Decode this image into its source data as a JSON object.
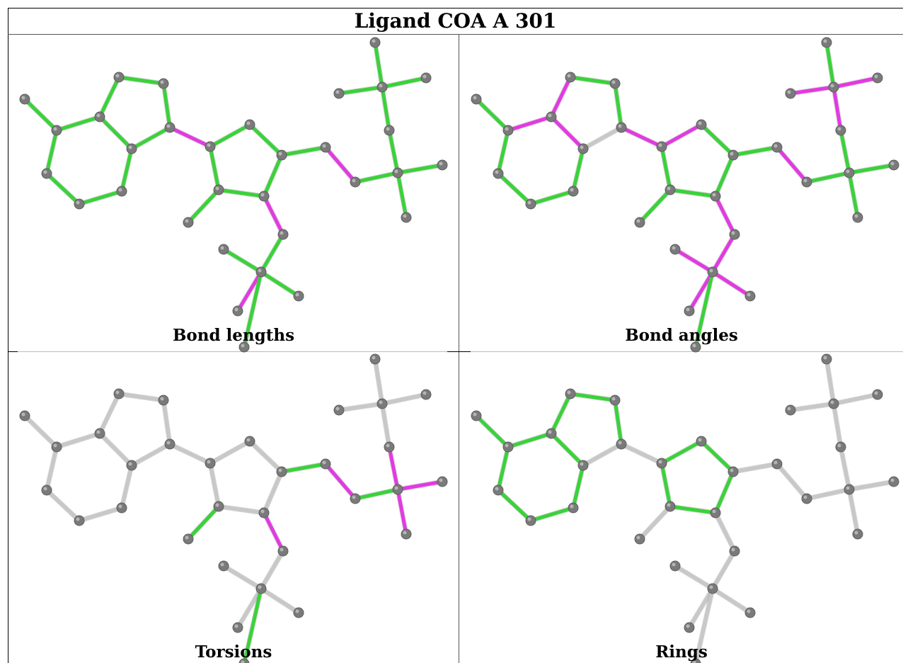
{
  "title": "Ligand COA A 301",
  "panels": [
    {
      "id": "bond-lengths",
      "caption": "Bond lengths"
    },
    {
      "id": "bond-angles",
      "caption": "Bond angles"
    },
    {
      "id": "torsions",
      "caption": "Torsions"
    },
    {
      "id": "rings",
      "caption": "Rings"
    }
  ],
  "colors": {
    "green": "#3ad23a",
    "magenta": "#e23ae2",
    "grey_bond": "#c8c8c8",
    "atom": "#7a7a7a"
  },
  "bond_coloring": {
    "bond-lengths": {
      "g": [
        0,
        1,
        2,
        3,
        4,
        5,
        6,
        7,
        8,
        9,
        10,
        12,
        13,
        14,
        15,
        16,
        17,
        18,
        20,
        21,
        22,
        23,
        24,
        25,
        26,
        27,
        29,
        30,
        31,
        33,
        34
      ],
      "m": [
        11,
        19,
        28,
        32
      ]
    },
    "bond-angles": {
      "g": [
        0,
        1,
        2,
        3,
        4,
        8,
        9,
        13,
        14,
        15,
        16,
        17,
        18,
        20,
        21,
        22,
        23,
        27,
        33,
        34
      ],
      "m": [
        5,
        6,
        7,
        11,
        12,
        19,
        24,
        25,
        26,
        28,
        29,
        30,
        31,
        32
      ]
    },
    "torsions": {
      "g": [
        17,
        18,
        20,
        33
      ],
      "m": [
        19,
        21,
        22,
        23,
        28
      ]
    },
    "rings": {
      "g": [
        0,
        1,
        2,
        3,
        4,
        5,
        6,
        7,
        8,
        9,
        12,
        13,
        14,
        15,
        16
      ],
      "m": []
    }
  }
}
